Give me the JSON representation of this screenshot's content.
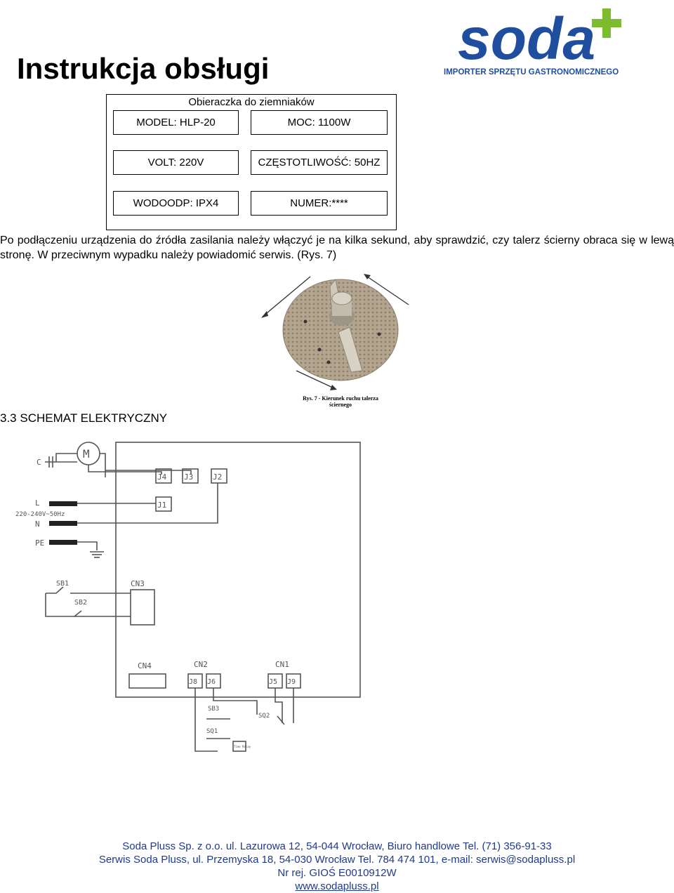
{
  "header": {
    "title": "Instrukcja obsługi",
    "logo": {
      "name": "soda",
      "tagline": "IMPORTER SPRZĘTU GASTRONOMICZNEGO"
    }
  },
  "label": {
    "title": "Obieraczka do ziemniaków",
    "cells": [
      "MODEL: HLP-20",
      "MOC: 1100W",
      "VOLT: 220V",
      "CZĘSTOTLIWOŚĆ: 50HZ",
      "WODOODP: IPX4",
      "NUMER:****"
    ]
  },
  "paragraph": "Po podłączeniu urządzenia do źródła zasilania należy włączyć je na kilka sekund, aby sprawdzić, czy talerz ścierny obraca się w lewą stronę. W przeciwnym wypadku należy powiadomić serwis. (Rys. 7)",
  "figure": {
    "caption_line1": "Rys. 7 - Kierunek ruchu talerza",
    "caption_line2": "ściernego"
  },
  "section": {
    "heading": "3.3 SCHEMAT ELEKTRYCZNY"
  },
  "schematic": {
    "labels": {
      "c": "C",
      "m": "M",
      "j4": "J4",
      "j3": "J3",
      "j2": "J2",
      "j1": "J1",
      "l": "L",
      "supply": "220-240V~50Hz",
      "n": "N",
      "pe": "PE",
      "sb1": "SB1",
      "sb2": "SB2",
      "cn3": "CN3",
      "cn4": "CN4",
      "cn2": "CN2",
      "cn1": "CN1",
      "j8": "J8",
      "j6": "J6",
      "j5": "J5",
      "j9": "J9",
      "sb3": "SB3",
      "sq2": "SQ2",
      "sq1": "SQ1",
      "timer": "Time Relay"
    }
  },
  "footer": {
    "line1": "Soda Pluss Sp. z o.o. ul. Lazurowa 12, 54-044 Wrocław, Biuro handlowe Tel. (71) 356-91-33",
    "line2": "Serwis Soda Pluss, ul. Przemyska 18, 54-030 Wrocław Tel. 784 474 101, e-mail: serwis@sodapluss.pl",
    "line3": "Nr rej. GIOŚ E0010912W",
    "link": "www.sodapluss.pl"
  },
  "colors": {
    "logo_blue": "#1f4e9e",
    "logo_green": "#7dbb2f",
    "footer_text": "#1f3a8a"
  }
}
